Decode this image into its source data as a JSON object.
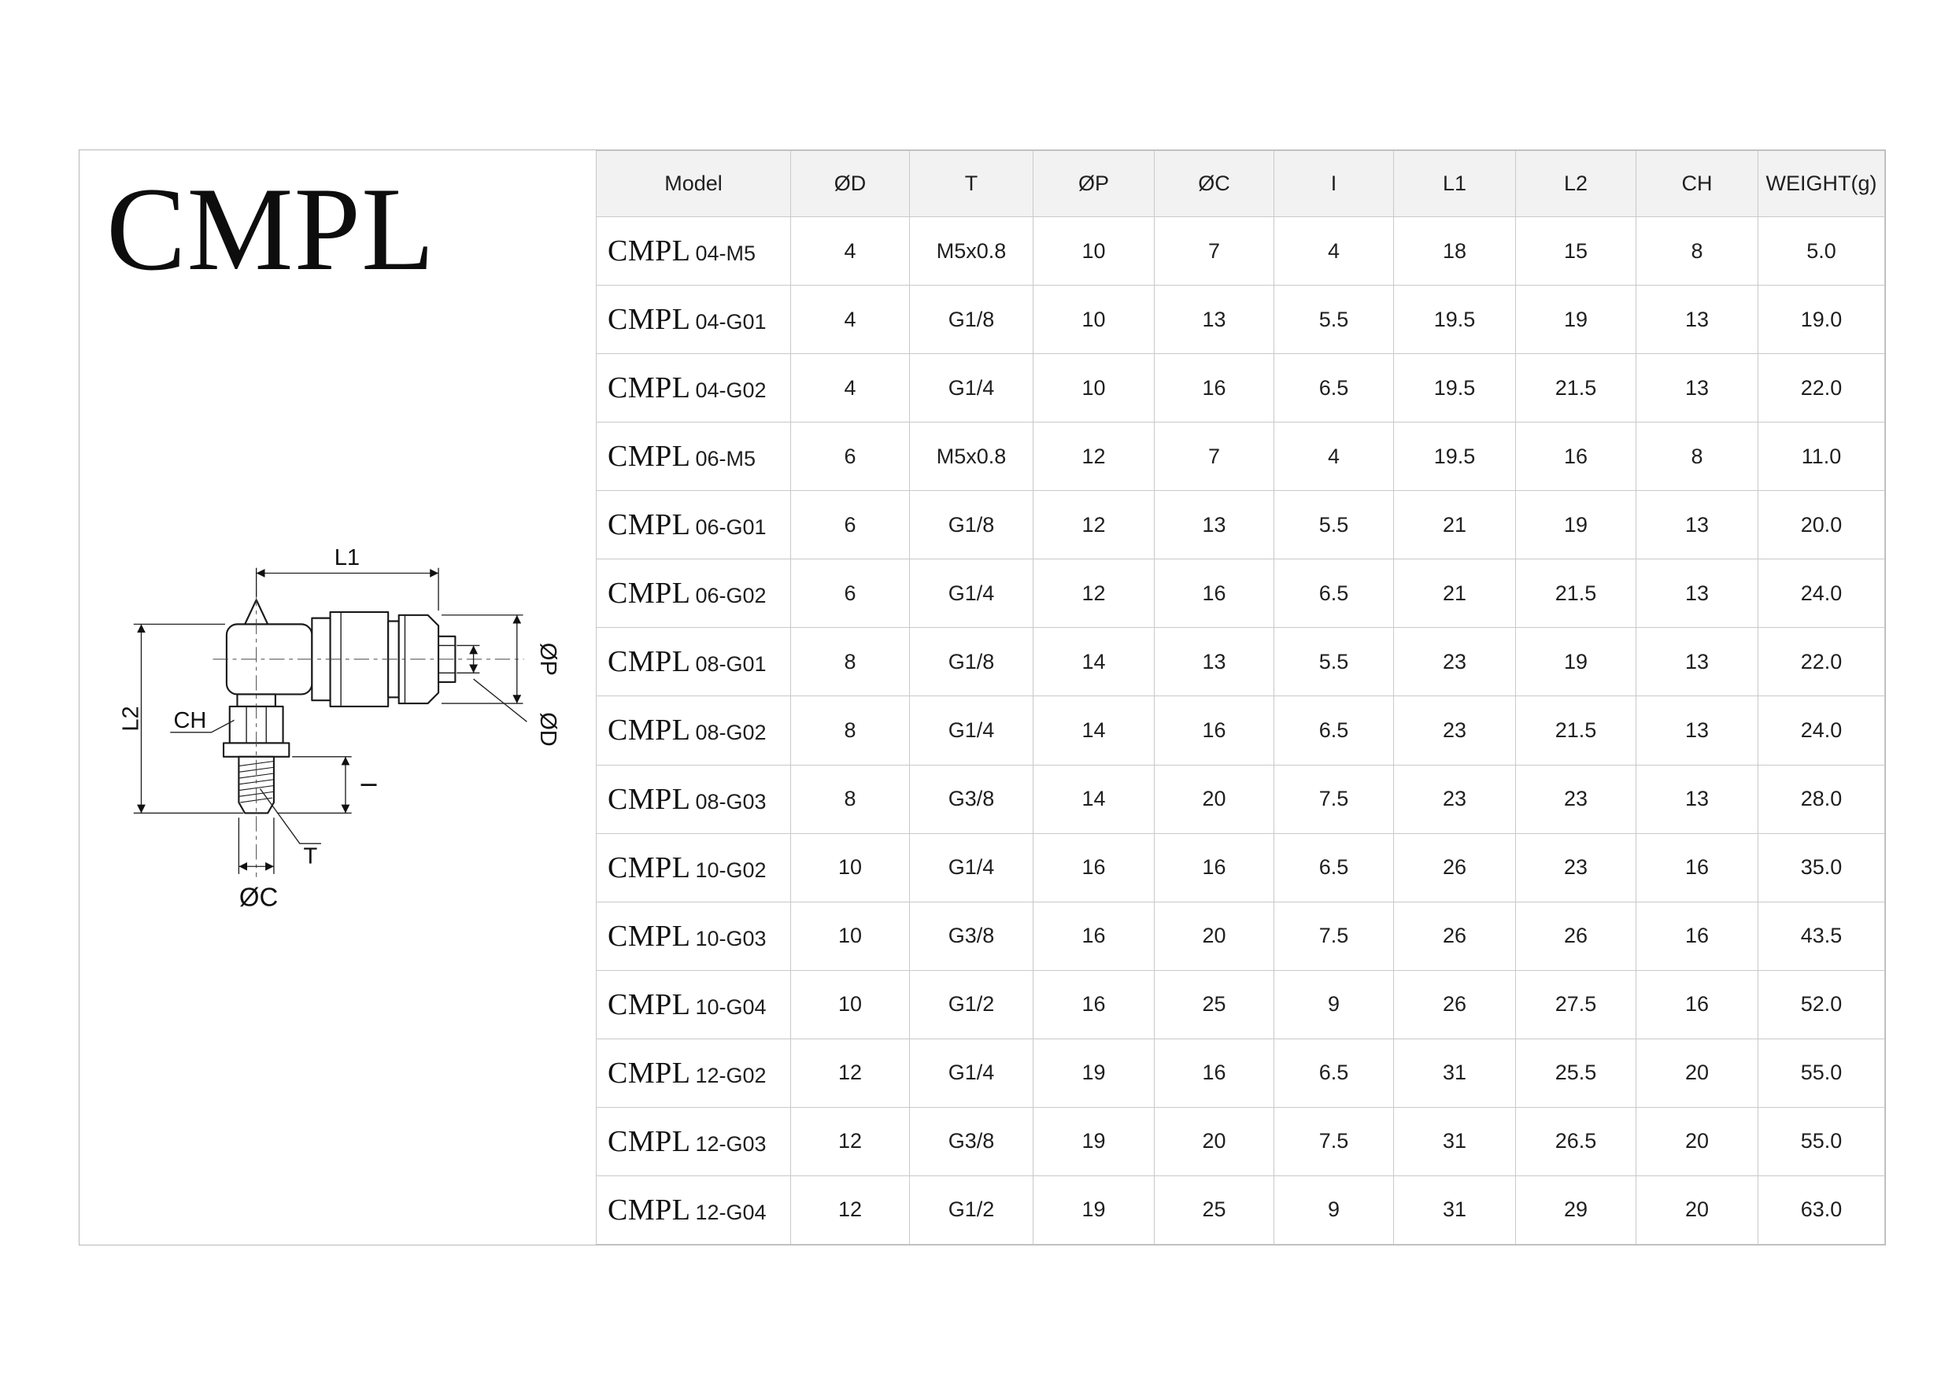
{
  "page": {
    "title": "CMPL"
  },
  "diagram": {
    "labels": {
      "l1": "L1",
      "l2": "L2",
      "ch": "CH",
      "op": "ØP",
      "od": "ØD",
      "i": "I",
      "t": "T",
      "oc": "ØC"
    }
  },
  "table": {
    "headers": [
      "Model",
      "ØD",
      "T",
      "ØP",
      "ØC",
      "I",
      "L1",
      "L2",
      "CH",
      "WEIGHT(g)"
    ],
    "rows": [
      {
        "brand": "CMPL",
        "suffix": "04-M5",
        "values": [
          "4",
          "M5x0.8",
          "10",
          "7",
          "4",
          "18",
          "15",
          "8",
          "5.0"
        ]
      },
      {
        "brand": "CMPL",
        "suffix": "04-G01",
        "values": [
          "4",
          "G1/8",
          "10",
          "13",
          "5.5",
          "19.5",
          "19",
          "13",
          "19.0"
        ]
      },
      {
        "brand": "CMPL",
        "suffix": "04-G02",
        "values": [
          "4",
          "G1/4",
          "10",
          "16",
          "6.5",
          "19.5",
          "21.5",
          "13",
          "22.0"
        ]
      },
      {
        "brand": "CMPL",
        "suffix": "06-M5",
        "values": [
          "6",
          "M5x0.8",
          "12",
          "7",
          "4",
          "19.5",
          "16",
          "8",
          "11.0"
        ]
      },
      {
        "brand": "CMPL",
        "suffix": "06-G01",
        "values": [
          "6",
          "G1/8",
          "12",
          "13",
          "5.5",
          "21",
          "19",
          "13",
          "20.0"
        ]
      },
      {
        "brand": "CMPL",
        "suffix": "06-G02",
        "values": [
          "6",
          "G1/4",
          "12",
          "16",
          "6.5",
          "21",
          "21.5",
          "13",
          "24.0"
        ]
      },
      {
        "brand": "CMPL",
        "suffix": "08-G01",
        "values": [
          "8",
          "G1/8",
          "14",
          "13",
          "5.5",
          "23",
          "19",
          "13",
          "22.0"
        ]
      },
      {
        "brand": "CMPL",
        "suffix": "08-G02",
        "values": [
          "8",
          "G1/4",
          "14",
          "16",
          "6.5",
          "23",
          "21.5",
          "13",
          "24.0"
        ]
      },
      {
        "brand": "CMPL",
        "suffix": "08-G03",
        "values": [
          "8",
          "G3/8",
          "14",
          "20",
          "7.5",
          "23",
          "23",
          "13",
          "28.0"
        ]
      },
      {
        "brand": "CMPL",
        "suffix": "10-G02",
        "values": [
          "10",
          "G1/4",
          "16",
          "16",
          "6.5",
          "26",
          "23",
          "16",
          "35.0"
        ]
      },
      {
        "brand": "CMPL",
        "suffix": "10-G03",
        "values": [
          "10",
          "G3/8",
          "16",
          "20",
          "7.5",
          "26",
          "26",
          "16",
          "43.5"
        ]
      },
      {
        "brand": "CMPL",
        "suffix": "10-G04",
        "values": [
          "10",
          "G1/2",
          "16",
          "25",
          "9",
          "26",
          "27.5",
          "16",
          "52.0"
        ]
      },
      {
        "brand": "CMPL",
        "suffix": "12-G02",
        "values": [
          "12",
          "G1/4",
          "19",
          "16",
          "6.5",
          "31",
          "25.5",
          "20",
          "55.0"
        ]
      },
      {
        "brand": "CMPL",
        "suffix": "12-G03",
        "values": [
          "12",
          "G3/8",
          "19",
          "20",
          "7.5",
          "31",
          "26.5",
          "20",
          "55.0"
        ]
      },
      {
        "brand": "CMPL",
        "suffix": "12-G04",
        "values": [
          "12",
          "G1/2",
          "19",
          "25",
          "9",
          "31",
          "29",
          "20",
          "63.0"
        ]
      }
    ]
  }
}
